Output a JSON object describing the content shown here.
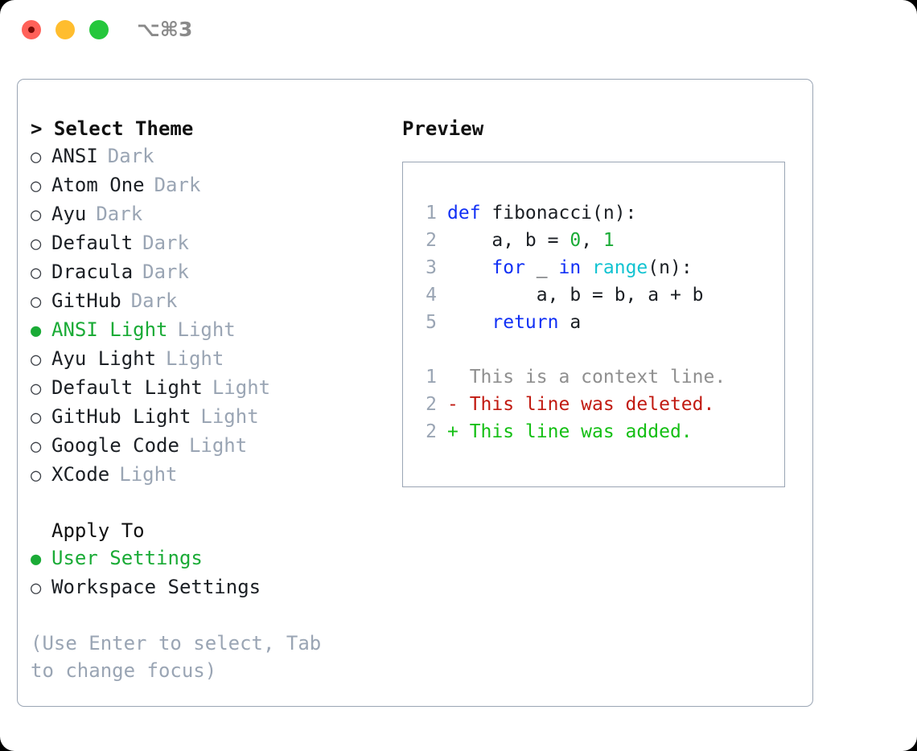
{
  "titlebar": {
    "shortcut": "⌥⌘3",
    "buttons": [
      {
        "name": "close",
        "color": "#ff6159"
      },
      {
        "name": "minimize",
        "color": "#ffbd2e"
      },
      {
        "name": "maximize",
        "color": "#25c73c"
      }
    ]
  },
  "theme_picker": {
    "header": "> Select Theme",
    "bullet_unselected": "○",
    "bullet_selected": "●",
    "items": [
      {
        "name": "ANSI",
        "kind": "Dark",
        "selected": false
      },
      {
        "name": "Atom One",
        "kind": "Dark",
        "selected": false
      },
      {
        "name": "Ayu",
        "kind": "Dark",
        "selected": false
      },
      {
        "name": "Default",
        "kind": "Dark",
        "selected": false
      },
      {
        "name": "Dracula",
        "kind": "Dark",
        "selected": false
      },
      {
        "name": "GitHub",
        "kind": "Dark",
        "selected": false
      },
      {
        "name": "ANSI Light",
        "kind": "Light",
        "selected": true
      },
      {
        "name": "Ayu Light",
        "kind": "Light",
        "selected": false
      },
      {
        "name": "Default Light",
        "kind": "Light",
        "selected": false
      },
      {
        "name": "GitHub Light",
        "kind": "Light",
        "selected": false
      },
      {
        "name": "Google Code",
        "kind": "Light",
        "selected": false
      },
      {
        "name": "XCode",
        "kind": "Light",
        "selected": false
      }
    ]
  },
  "apply_to": {
    "header": "Apply To",
    "options": [
      {
        "label": "User Settings",
        "selected": true
      },
      {
        "label": "Workspace Settings",
        "selected": false
      }
    ]
  },
  "hint": "(Use Enter to select, Tab to change focus)",
  "preview": {
    "header": "Preview",
    "code_lines": [
      {
        "no": "1",
        "tokens": [
          {
            "t": "def",
            "c": "kw"
          },
          {
            "t": " fibonacci(n):",
            "c": "id"
          }
        ]
      },
      {
        "no": "2",
        "tokens": [
          {
            "t": "    a, b = ",
            "c": "id"
          },
          {
            "t": "0",
            "c": "num"
          },
          {
            "t": ", ",
            "c": "id"
          },
          {
            "t": "1",
            "c": "num"
          }
        ]
      },
      {
        "no": "3",
        "tokens": [
          {
            "t": "    ",
            "c": "id"
          },
          {
            "t": "for",
            "c": "kw"
          },
          {
            "t": " _ ",
            "c": "id"
          },
          {
            "t": "in",
            "c": "kw"
          },
          {
            "t": " ",
            "c": "id"
          },
          {
            "t": "range",
            "c": "fn"
          },
          {
            "t": "(n):",
            "c": "id"
          }
        ]
      },
      {
        "no": "4",
        "tokens": [
          {
            "t": "        a, b = b, a + b",
            "c": "id"
          }
        ]
      },
      {
        "no": "5",
        "tokens": [
          {
            "t": "    ",
            "c": "id"
          },
          {
            "t": "return",
            "c": "kw"
          },
          {
            "t": " a",
            "c": "id"
          }
        ]
      }
    ],
    "diff_lines": [
      {
        "no": "1",
        "marker": "  ",
        "text": "This is a context line.",
        "kind": "ctx"
      },
      {
        "no": "2",
        "marker": "- ",
        "text": "This line was deleted.",
        "kind": "del"
      },
      {
        "no": "2",
        "marker": "+ ",
        "text": "This line was added.",
        "kind": "add"
      }
    ]
  },
  "colors": {
    "accent_green": "#1aab36",
    "muted": "#9aa5b4",
    "keyword": "#1130f5",
    "number": "#1aab36",
    "function": "#12c3d1",
    "diff_delete": "#c11a11",
    "diff_add": "#14bf14",
    "border": "#9aa5b4"
  }
}
